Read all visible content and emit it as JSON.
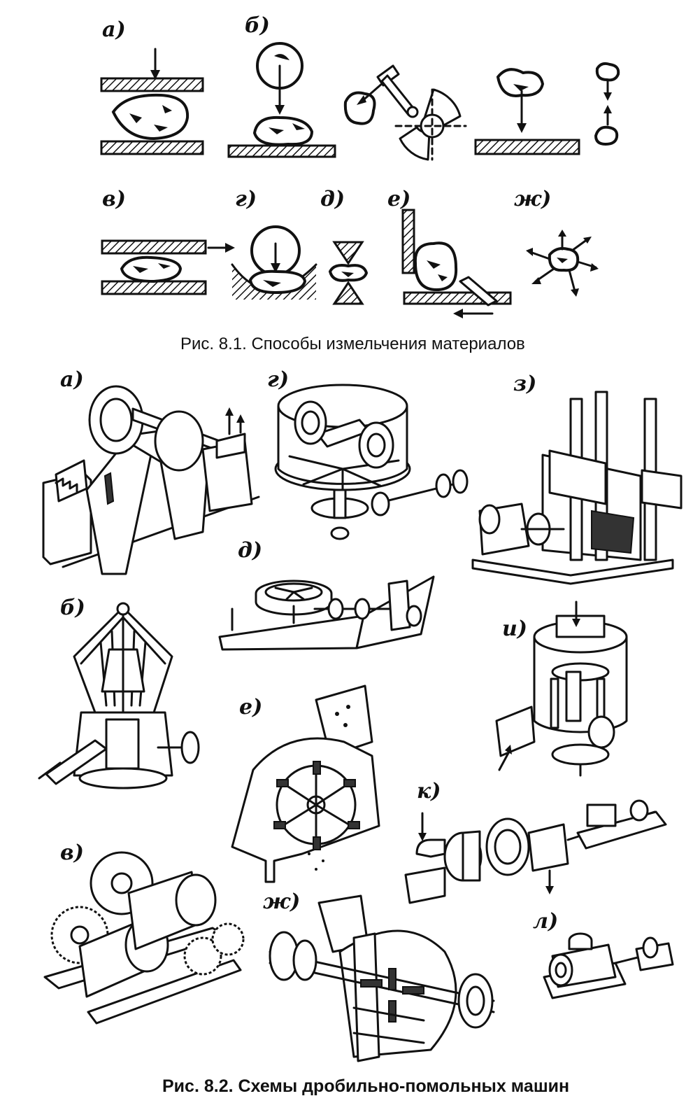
{
  "figure1": {
    "caption": "Рис. 8.1. Способы измельчения материалов",
    "labels": [
      "а)",
      "б)",
      "в)",
      "г)",
      "д)",
      "е)",
      "ж)"
    ]
  },
  "figure2": {
    "caption": "Рис. 8.2. Схемы дробильно-помольных машин",
    "labels": [
      "а)",
      "г)",
      "з)",
      "д)",
      "б)",
      "и)",
      "е)",
      "к)",
      "в)",
      "ж)",
      "л)"
    ]
  },
  "icons": [
    "compression-icon",
    "impact-icon",
    "attrition-icon",
    "crushing-icon",
    "splitting-icon",
    "breaking-icon",
    "explosion-icon",
    "jaw-crusher-icon",
    "cone-crusher-icon",
    "roll-crusher-icon",
    "runner-mill-icon",
    "disc-mill-icon",
    "ball-mill-icon",
    "hammer-crusher-icon",
    "vibratory-mill-icon",
    "jet-mill-icon",
    "rotor-crusher-icon",
    "colloid-mill-icon"
  ]
}
